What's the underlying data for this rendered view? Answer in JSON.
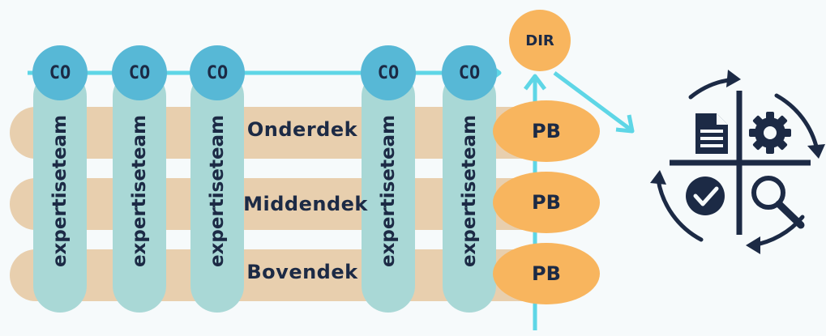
{
  "diagram": {
    "decks": [
      {
        "label": "Onderdek"
      },
      {
        "label": "Middendek"
      },
      {
        "label": "Bovendek"
      }
    ],
    "columns": [
      {
        "co": "CO",
        "label": "expertiseteam"
      },
      {
        "co": "CO",
        "label": "expertiseteam"
      },
      {
        "co": "CO",
        "label": "expertiseteam"
      },
      {
        "co": "CO",
        "label": "expertiseteam"
      },
      {
        "co": "CO",
        "label": "expertiseteam"
      }
    ],
    "pb_nodes": [
      "PB",
      "PB",
      "PB"
    ],
    "dir_node": "DIR",
    "colors": {
      "deck": "#e8cfae",
      "column": "#a9d8d6",
      "co_circle": "#57b8d6",
      "orange_node": "#f8b55e",
      "arrow": "#5ed6e6",
      "icon": "#1c2a45",
      "text": "#1c2a45"
    },
    "cycle_icon": {
      "quadrants": [
        "document-icon",
        "gear-icon",
        "checkmark-icon",
        "magnifier-icon"
      ]
    }
  }
}
